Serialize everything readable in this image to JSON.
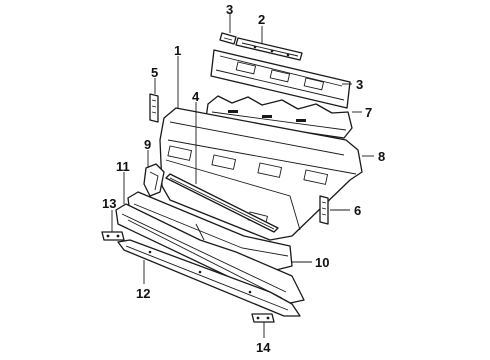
{
  "callouts": {
    "c1": "1",
    "c2": "2",
    "c3a": "3",
    "c3b": "3",
    "c4": "4",
    "c5": "5",
    "c6": "6",
    "c7": "7",
    "c8": "8",
    "c9": "9",
    "c10": "10",
    "c11": "11",
    "c12": "12",
    "c13": "13",
    "c14": "14"
  }
}
